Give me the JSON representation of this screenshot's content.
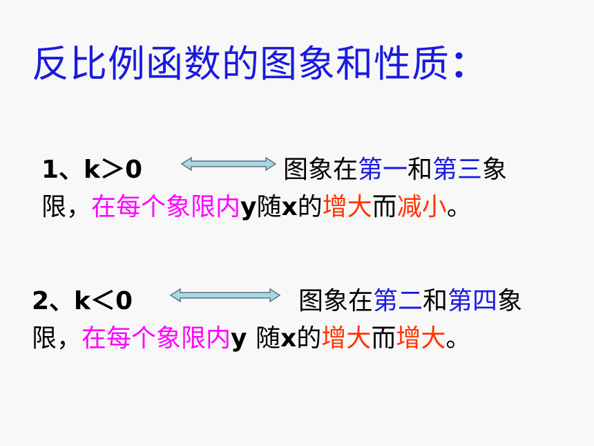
{
  "title": {
    "text": "反比例函数的图象和性质",
    "colon": "："
  },
  "items": [
    {
      "lead": "1、k＞0",
      "l1_a": "图象在",
      "l1_b": "第一",
      "l1_c": "和",
      "l1_d": "第三",
      "l1_e": "象",
      "l2_a": "限，",
      "l2_b": "在每个象限内",
      "l2_c": "y",
      "l2_d": "随",
      "l2_e": "x",
      "l2_f": "的",
      "l2_g": "增大",
      "l2_h": "而",
      "l2_i": "减小",
      "l2_j": "。"
    },
    {
      "lead": "2、k＜0",
      "l1_a": "图象在",
      "l1_b": "第二",
      "l1_c": "和",
      "l1_d": "第四",
      "l1_e": "象",
      "l2_a": "限，",
      "l2_b": "在每个象限内",
      "l2_c": "y ",
      "l2_d": "随",
      "l2_e": "x",
      "l2_f": "的",
      "l2_g": "增大",
      "l2_h": "而",
      "l2_i": "增大",
      "l2_j": "。"
    }
  ],
  "colors": {
    "blue": "#1a1adf",
    "magenta": "#ff00ff",
    "red": "#ff3300",
    "arrow": "#a8d8e0"
  },
  "icons": [
    "double-arrow-icon"
  ]
}
